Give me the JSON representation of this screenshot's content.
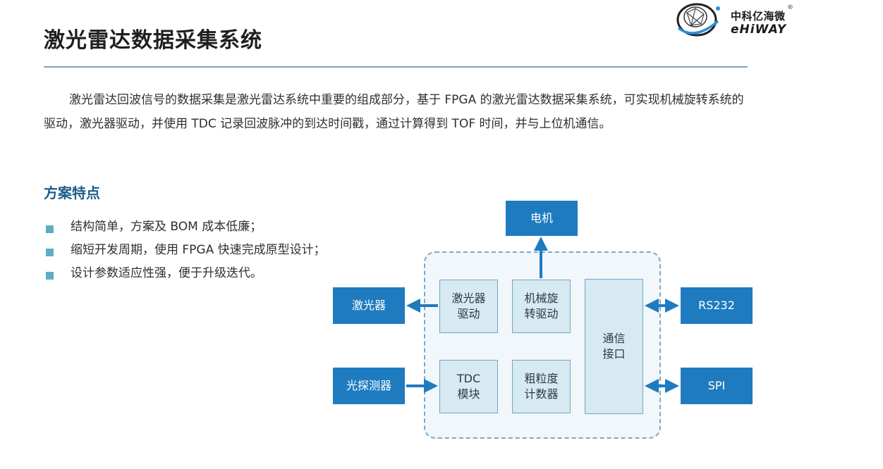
{
  "page": {
    "title": "激光雷达数据采集系统",
    "logo_name": "中科亿海微",
    "logo_sub": "eHiWAY",
    "logo_mark": "®"
  },
  "intro": "激光雷达回波信号的数据采集是激光雷达系统中重要的组成部分，基于 FPGA 的激光雷达数据采集系统，可实现机械旋转系统的驱动，激光器驱动，并使用 TDC 记录回波脉冲的到达时间戳，通过计算得到 TOF 时间，并与上位机通信。",
  "features": {
    "title": "方案特点",
    "items": [
      "结构简单，方案及 BOM 成本低廉；",
      "缩短开发周期，使用 FPGA 快速完成原型设计；",
      "设计参数适应性强，便于升级迭代。"
    ]
  },
  "diagram": {
    "motor": "电机",
    "laser": "激光器",
    "photodetector": "光探测器",
    "rs232": "RS232",
    "spi": "SPI",
    "laser_driver": "激光器\n驱动",
    "rotation_driver": "机械旋\n转驱动",
    "tdc_module": "TDC\n模块",
    "coarse_counter": "粗粒度\n计数器",
    "comm_interface": "通信\n接口"
  },
  "colors": {
    "accent_blue": "#1f7bbf",
    "inner_fill": "#d7e9f1",
    "section_title": "#1e5d8c",
    "bullet": "#5aafc1",
    "rule": "#7aa7c2"
  }
}
